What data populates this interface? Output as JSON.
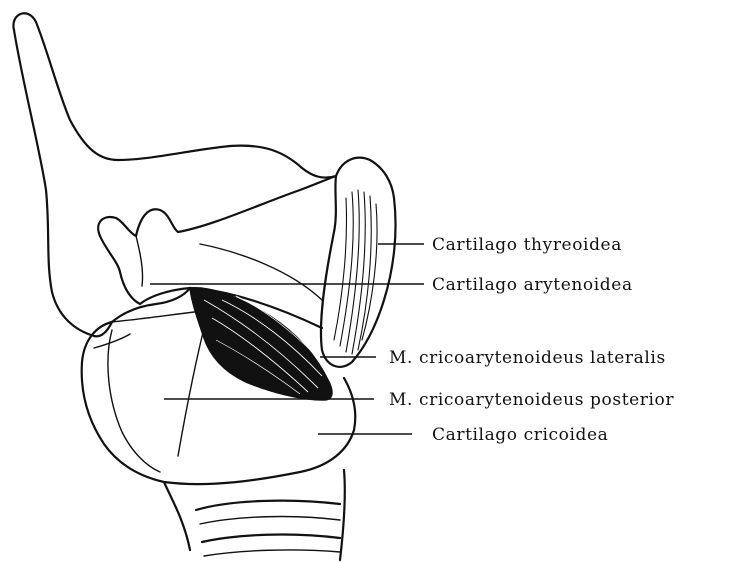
{
  "labels": {
    "thyreoidea": "Cartilago thyreoidea",
    "arytenoidea": "Cartilago arytenoidea",
    "crico_lateralis": "M. cricoarytenoideus lateralis",
    "crico_posterior": "M. cricoarytenoideus posterior",
    "cricoidea": "Cartilago cricoidea"
  },
  "colors": {
    "ink": "#111111",
    "paper": "#ffffff"
  }
}
